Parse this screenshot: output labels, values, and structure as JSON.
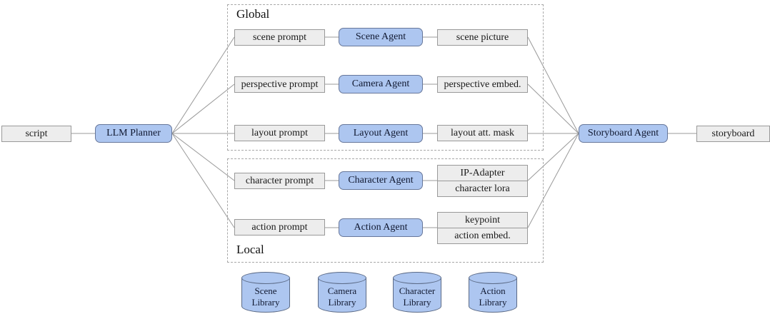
{
  "nodes": {
    "script": "script",
    "llm_planner": "LLM Planner",
    "storyboard_agent": "Storyboard Agent",
    "storyboard": "storyboard"
  },
  "groups": {
    "global": {
      "label": "Global"
    },
    "local": {
      "label": "Local"
    }
  },
  "rows": [
    {
      "group": "global",
      "prompt": "scene prompt",
      "agent": "Scene Agent",
      "outputs": [
        "scene picture"
      ]
    },
    {
      "group": "global",
      "prompt": "perspective prompt",
      "agent": "Camera Agent",
      "outputs": [
        "perspective embed."
      ]
    },
    {
      "group": "global",
      "prompt": "layout prompt",
      "agent": "Layout Agent",
      "outputs": [
        "layout att. mask"
      ]
    },
    {
      "group": "local",
      "prompt": "character prompt",
      "agent": "Character Agent",
      "outputs": [
        "IP-Adapter",
        "character lora"
      ]
    },
    {
      "group": "local",
      "prompt": "action prompt",
      "agent": "Action Agent",
      "outputs": [
        "keypoint",
        "action embed."
      ]
    }
  ],
  "libraries": [
    "Scene Library",
    "Camera Library",
    "Character Library",
    "Action Library"
  ],
  "colors": {
    "agent_fill": "#adc6f0",
    "agent_border": "#67779a",
    "io_fill": "#ededed",
    "io_border": "#999999",
    "connector": "#999999",
    "group_border": "#a8a8a8",
    "cylinder_fill": "#adc6f0",
    "cylinder_border": "#5b6a86"
  }
}
